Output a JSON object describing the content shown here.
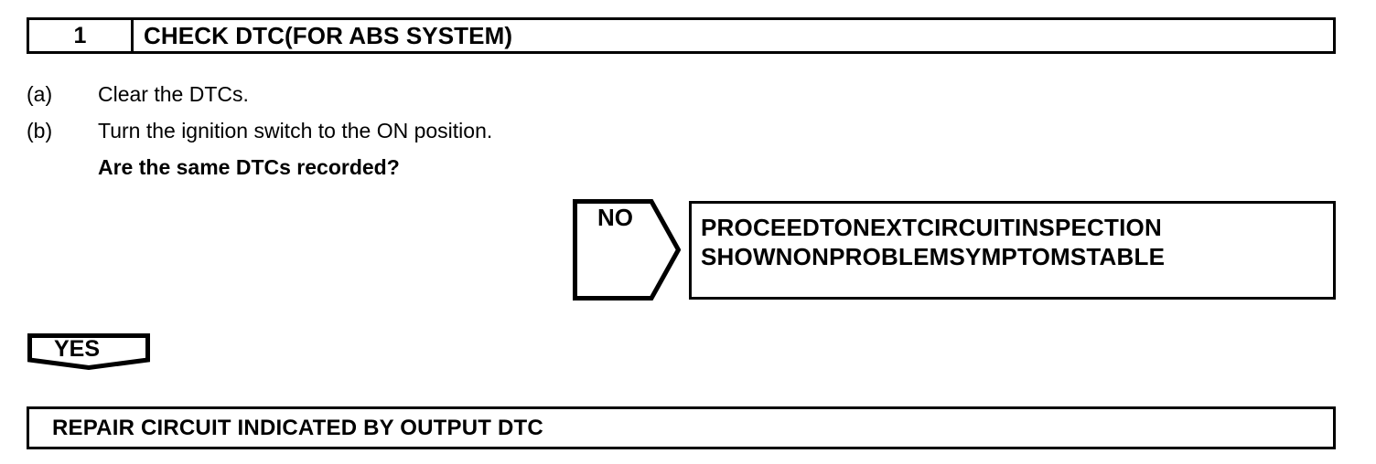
{
  "header": {
    "step_number": "1",
    "title": "CHECK DTC(FOR ABS SYSTEM)"
  },
  "procedure": {
    "steps": [
      {
        "label": "(a)",
        "text": "Clear the DTCs."
      },
      {
        "label": "(b)",
        "text": "Turn the ignition switch to the ON position."
      }
    ],
    "question": "Are the same DTCs recorded?"
  },
  "branches": {
    "no": {
      "label": "NO",
      "result_lines": [
        [
          "PROCEED",
          "TO",
          "NEXT",
          "CIRCUIT",
          "INSPECTION"
        ],
        [
          "SHOWN",
          "ON",
          "PROBLEM",
          "SYMPTOMS",
          "TABLE"
        ]
      ],
      "result_text": "PROCEED TO NEXT CIRCUIT INSPECTION SHOWN ON PROBLEM SYMPTOMS TABLE"
    },
    "yes": {
      "label": "YES",
      "result_text": "REPAIR CIRCUIT INDICATED BY OUTPUT DTC"
    }
  },
  "colors": {
    "ink": "#000000",
    "paper": "#ffffff"
  }
}
